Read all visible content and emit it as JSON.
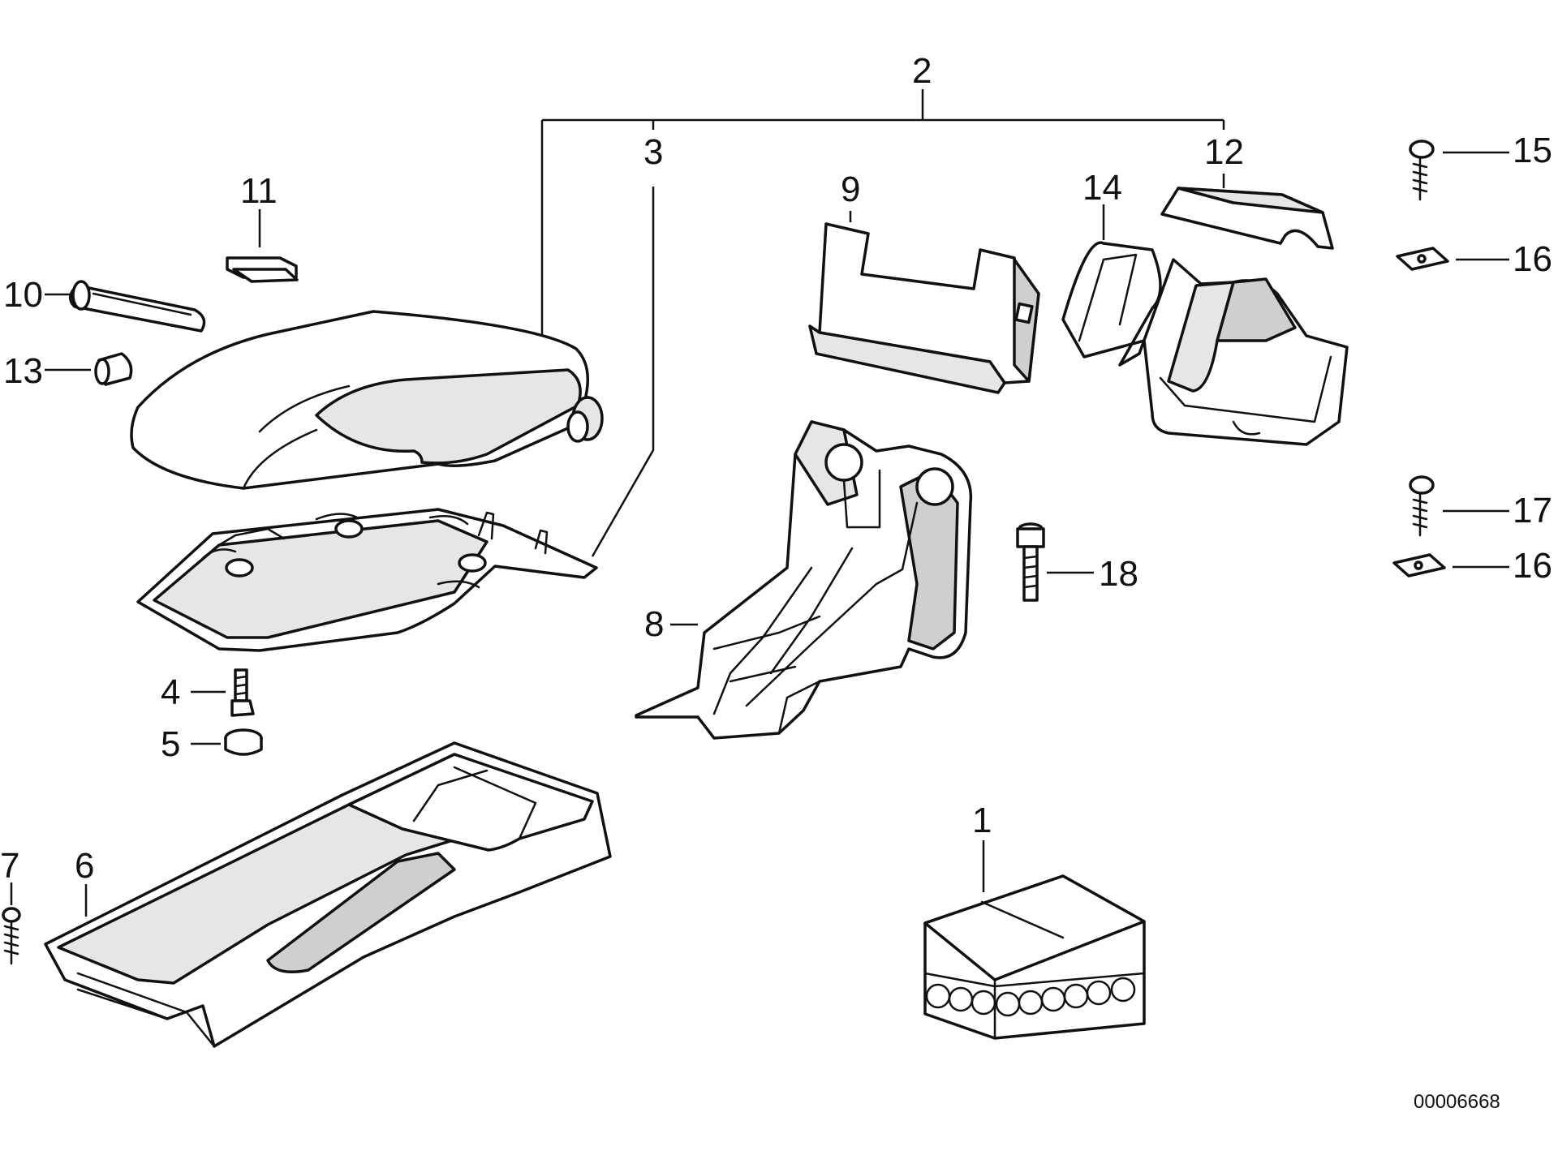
{
  "reference_number": "00006668",
  "callouts": {
    "c1": "1",
    "c2": "2",
    "c3": "3",
    "c4": "4",
    "c5": "5",
    "c6": "6",
    "c7": "7",
    "c8": "8",
    "c9": "9",
    "c10": "10",
    "c11": "11",
    "c12": "12",
    "c13": "13",
    "c14": "14",
    "c15": "15",
    "c16a": "16",
    "c16b": "16",
    "c17": "17",
    "c18": "18"
  },
  "colors": {
    "line": "#111111",
    "fill": "#ffffff",
    "shade": "#e6e6e6"
  }
}
